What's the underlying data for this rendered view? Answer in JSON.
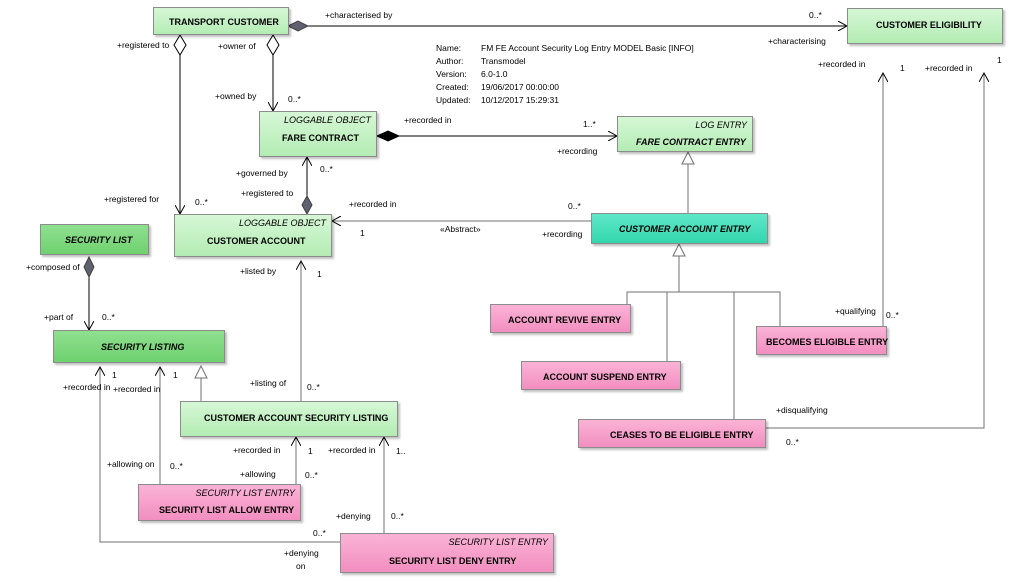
{
  "info": {
    "name_label": "Name:",
    "name": "FM FE Account Security Log Entry MODEL Basic [INFO]",
    "author_label": "Author:",
    "author": "Transmodel",
    "version_label": "Version:",
    "version": "6.0-1.0",
    "created_label": "Created:",
    "created": "19/06/2017 00:00:00",
    "updated_label": "Updated:",
    "updated": "10/12/2017 15:29:31"
  },
  "classes": {
    "transport_customer": {
      "name": "TRANSPORT CUSTOMER"
    },
    "customer_eligibility": {
      "name": "CUSTOMER ELIGIBILITY"
    },
    "fare_contract": {
      "name": "FARE CONTRACT",
      "stereotype": "LOGGABLE OBJECT"
    },
    "fare_contract_entry": {
      "name": "FARE CONTRACT ENTRY",
      "stereotype": "LOG ENTRY"
    },
    "customer_account": {
      "name": "CUSTOMER ACCOUNT",
      "stereotype": "LOGGABLE OBJECT"
    },
    "customer_account_entry": {
      "name": "CUSTOMER ACCOUNT ENTRY"
    },
    "security_list": {
      "name": "SECURITY LIST"
    },
    "security_listing": {
      "name": "SECURITY LISTING"
    },
    "customer_account_security_listing": {
      "name": "CUSTOMER ACCOUNT SECURITY LISTING"
    },
    "account_revive_entry": {
      "name": "ACCOUNT REVIVE ENTRY"
    },
    "account_suspend_entry": {
      "name": "ACCOUNT SUSPEND ENTRY"
    },
    "becomes_eligible_entry": {
      "name": "BECOMES ELIGIBLE ENTRY"
    },
    "ceases_to_be_eligible_entry": {
      "name": "CEASES TO BE ELIGIBLE ENTRY"
    },
    "security_list_allow_entry": {
      "name": "SECURITY LIST ALLOW ENTRY",
      "stereotype": "SECURITY LIST ENTRY"
    },
    "security_list_deny_entry": {
      "name": "SECURITY LIST DENY ENTRY",
      "stereotype": "SECURITY LIST ENTRY"
    }
  },
  "labels": {
    "characterised_by": "+characterised by",
    "characterising": "+characterising",
    "m_0n_elig": "0..*",
    "registered_to": "+registered to",
    "owner_of": "+owner of",
    "owned_by": "+owned by",
    "m_0n_owned": "0..*",
    "recorded_in_elig": "+recorded in",
    "m_1_elig": "1",
    "recorded_in_elig2": "+recorded in",
    "m_1_elig2": "1",
    "recorded_in_fc": "+recorded in",
    "m_1n_fc": "1..*",
    "recording_fc": "+recording",
    "governed_by": "+governed by",
    "m_0n_gov": "0..*",
    "registered_to2": "+registered to",
    "registered_for": "+registered for",
    "m_0n_reg": "0..*",
    "recorded_in_ca": "+recorded in",
    "m_0n_cae": "0..*",
    "m_1_ca": "1",
    "abstract": "«Abstract»",
    "recording_ca": "+recording",
    "listed_by": "+listed  by",
    "m_1_listed": "1",
    "composed_of": "+composed of",
    "part_of": "+part of",
    "m_0n_part": "0..*",
    "qualifying": "+qualifying",
    "m_0n_qual": "0..*",
    "recorded_in_sl": "+recorded in",
    "m_1_sl": "1",
    "recorded_in_sl2": "+recorded in",
    "m_1_sl2": "1",
    "listing_of": "+listing of",
    "m_0n_listing": "0..*",
    "disqualifying": "+disqualifying",
    "m_0n_disq": "0..*",
    "recorded_in_casl": "+recorded in",
    "m_1_casl": "1",
    "recorded_in_casl2": "+recorded in",
    "m_1n_casl": "1..",
    "allowing_on": "+allowing on",
    "m_0n_allow_on": "0..*",
    "allowing": "+allowing",
    "m_0n_allow": "0..*",
    "denying": "+denying",
    "m_0n_deny": "0..*",
    "m_0n_deny_on": "0..*",
    "denying_on_1": "+denying",
    "denying_on_2": "on"
  }
}
